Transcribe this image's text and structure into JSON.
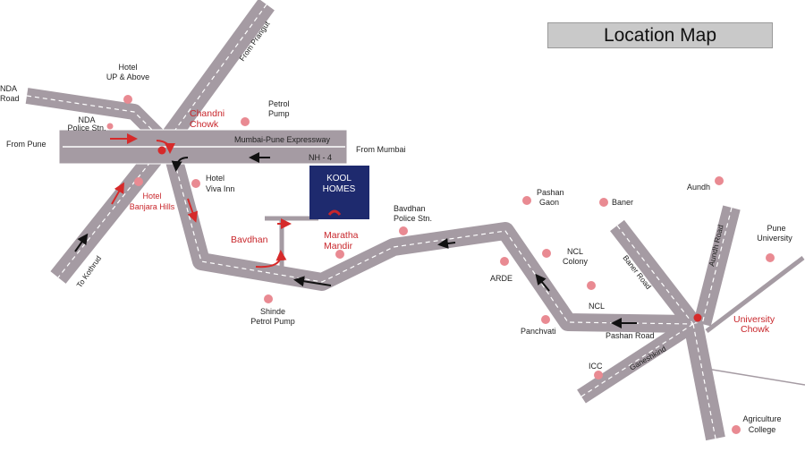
{
  "title": "Location Map",
  "brand": {
    "line1": "KOOL",
    "line2": "HOMES",
    "color": "#1e2a6e",
    "accent": "#c8262b"
  },
  "colors": {
    "road": "#a59ba3",
    "road_edge": "#ffffff",
    "poi": "#e98a92",
    "arrow_red": "#d62a2a",
    "arrow_dark": "#111111",
    "label_red": "#c8262b"
  },
  "labels": {
    "nda_road": [
      "NDA",
      "Road"
    ],
    "hotel_up_above": [
      "Hotel",
      "UP & Above"
    ],
    "from_prangut": "From Prangut",
    "chandni_chowk": [
      "Chandni",
      "Chowk"
    ],
    "petrol_pump": [
      "Petrol",
      "Pump"
    ],
    "nda_police": [
      "NDA",
      "Police Stn."
    ],
    "from_pune": "From Pune",
    "expressway": "Mumbai-Pune Expressway",
    "from_mumbai": "From Mumbai",
    "nh4": "NH - 4",
    "hotel_viva": [
      "Hotel",
      "Viva Inn"
    ],
    "hotel_banjara": [
      "Hotel",
      "Banjara Hills"
    ],
    "to_kothrud": "To Kothrud",
    "bavdhan": "Bavdhan",
    "maratha_mandir": [
      "Maratha",
      "Mandir"
    ],
    "bavdhan_police": [
      "Bavdhan",
      "Police Stn."
    ],
    "pashan_gaon": [
      "Pashan",
      "Gaon"
    ],
    "baner": "Baner",
    "aundh": "Aundh",
    "aundh_road": "Aundh Road",
    "baner_road": "Baner Road",
    "pune_university": [
      "Pune",
      "University"
    ],
    "ncl_colony": [
      "NCL",
      "Colony"
    ],
    "arde": "ARDE",
    "ncl": "NCL",
    "pashan_road": "Pashan Road",
    "university_chowk": [
      "University",
      "Chowk"
    ],
    "shinde_petrol": [
      "Shinde",
      "Petrol Pump"
    ],
    "panchvati": "Panchvati",
    "icc": "ICC",
    "ganeshkind": "Ganeshkind",
    "agriculture_college": [
      "Agriculture",
      "College"
    ]
  }
}
